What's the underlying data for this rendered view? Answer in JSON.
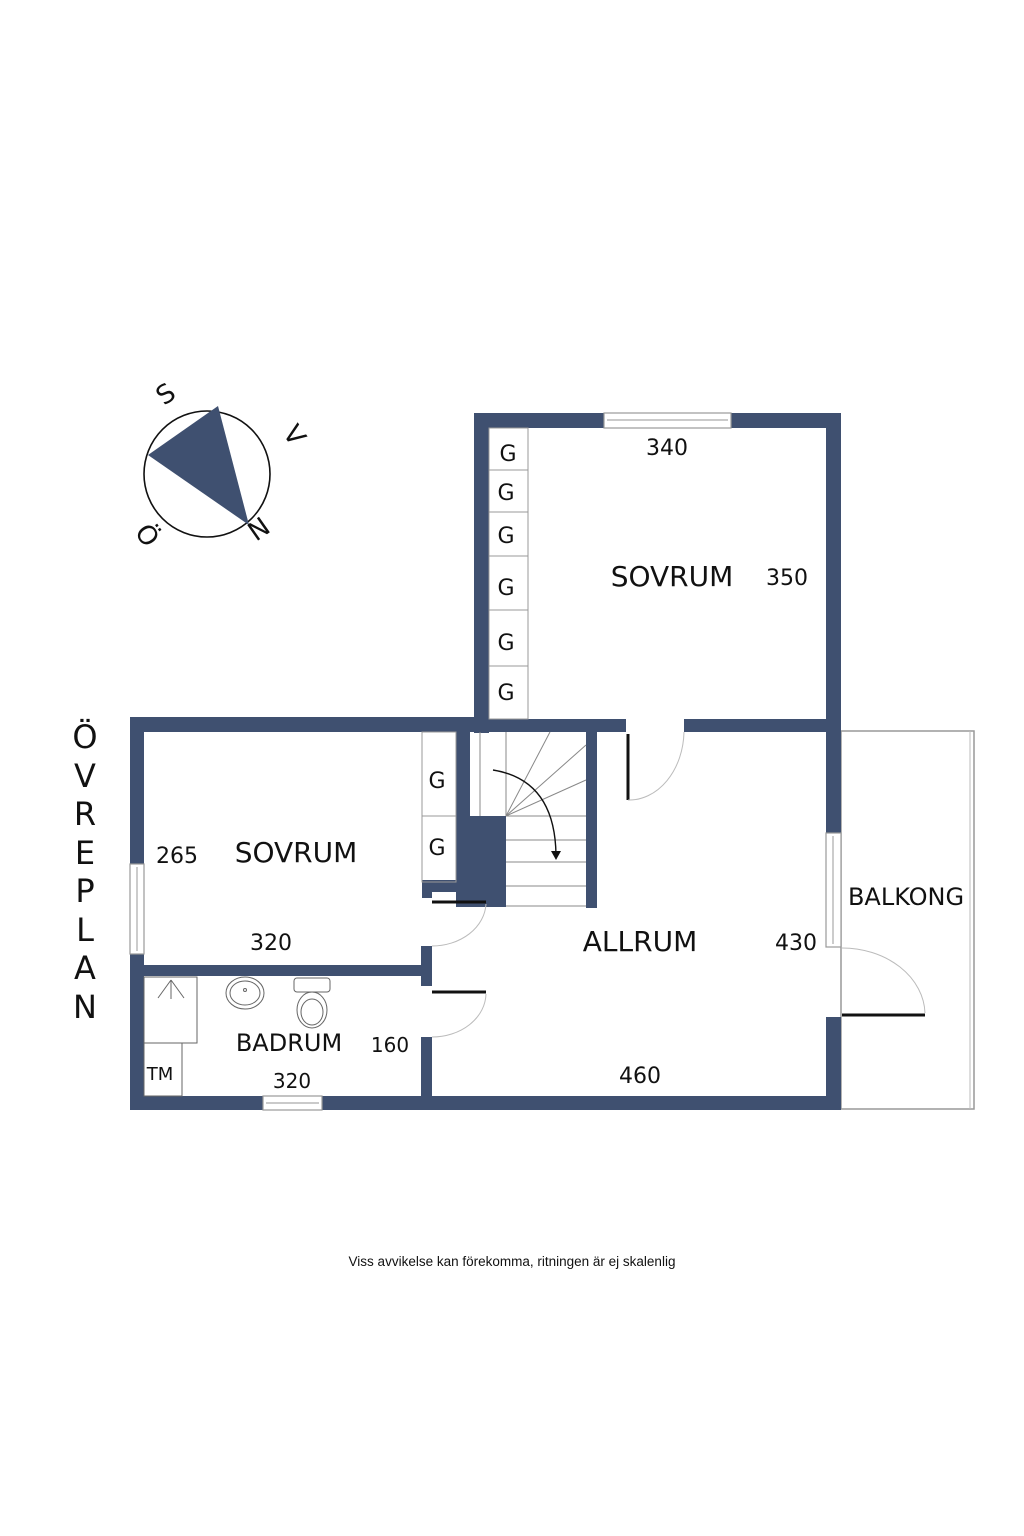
{
  "plan": {
    "title": "ÖVREPLAN",
    "title_letters": [
      "Ö",
      "V",
      "R",
      "E",
      "P",
      "L",
      "A",
      "N"
    ],
    "wall_color": "#3f5070",
    "footer_note": "Viss avvikelse kan förekomma, ritningen är ej skalenlig"
  },
  "compass": {
    "labels": {
      "south": "S",
      "west": "V",
      "north": "N",
      "east": "Ö"
    },
    "needle_color": "#3f5070"
  },
  "rooms": {
    "sovrum_upper": {
      "name": "SOVRUM",
      "width": "340",
      "depth": "350",
      "closets": [
        "G",
        "G",
        "G",
        "G",
        "G",
        "G"
      ]
    },
    "sovrum_lower": {
      "name": "SOVRUM",
      "width": "320",
      "depth": "265",
      "closets": [
        "G",
        "G"
      ]
    },
    "allrum": {
      "name": "ALLRUM",
      "width": "460",
      "depth": "430"
    },
    "badrum": {
      "name": "BADRUM",
      "width": "320",
      "depth": "160",
      "washer_label": "TM"
    },
    "balkong": {
      "name": "BALKONG"
    }
  }
}
